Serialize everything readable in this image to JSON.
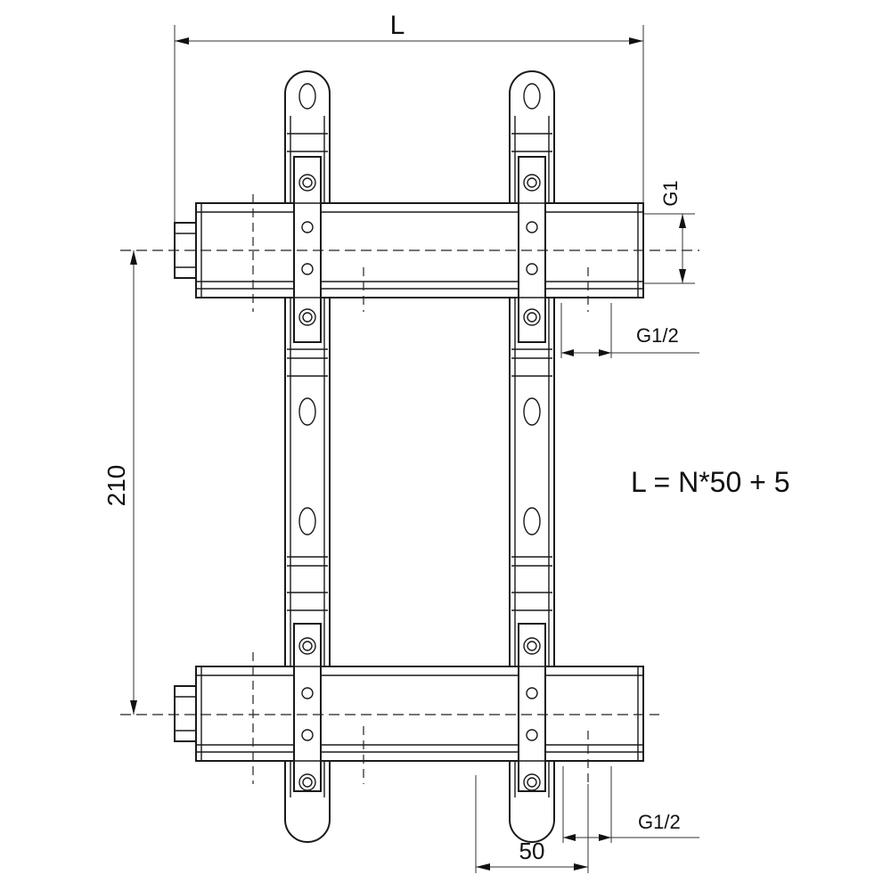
{
  "dimensions": {
    "overall_length": "L",
    "main_thread": "G1",
    "outlet_thread_top": "G1/2",
    "outlet_thread_bottom": "G1/2",
    "pipe_spacing": "210",
    "outlet_pitch": "50"
  },
  "formula": "L = N*50 + 5"
}
